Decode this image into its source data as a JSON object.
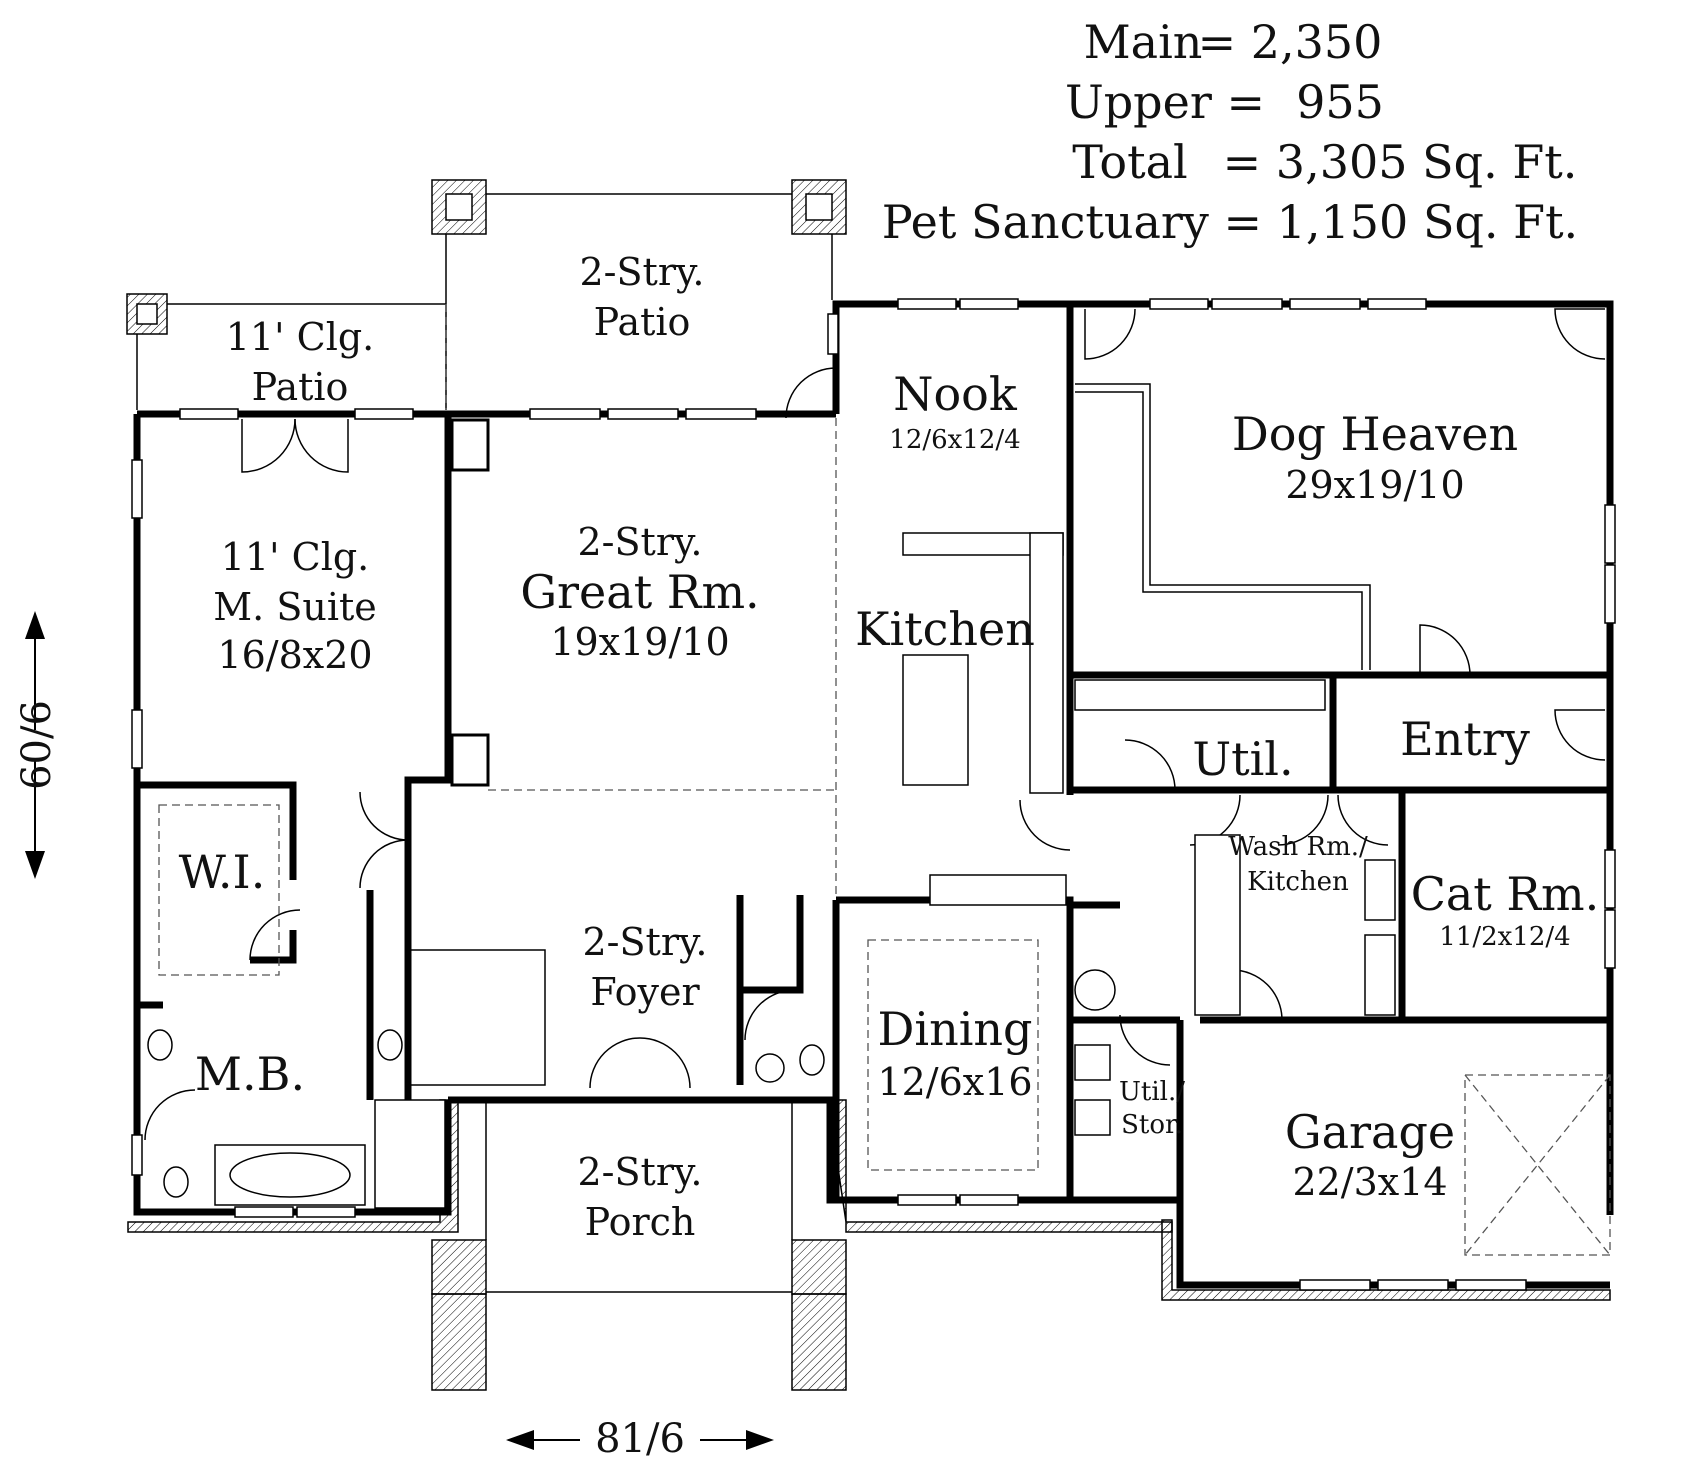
{
  "summary": {
    "main_label": "Main",
    "main_value": "= 2,350",
    "upper_label": "Upper =",
    "upper_value": "955",
    "total_label": "Total",
    "total_value": "= 3,305 Sq. Ft.",
    "pet_label": "Pet Sanctuary = 1,150 Sq. Ft."
  },
  "rooms": {
    "patio_2stry": [
      "2-Stry.",
      "Patio"
    ],
    "patio_11": [
      "11' Clg.",
      "Patio"
    ],
    "nook": [
      "Nook",
      "12/6x12/4"
    ],
    "dog_heaven": [
      "Dog Heaven",
      "29x19/10"
    ],
    "m_suite": [
      "11' Clg.",
      "M. Suite",
      "16/8x20"
    ],
    "great_rm": [
      "2-Stry.",
      "Great Rm.",
      "19x19/10"
    ],
    "kitchen": "Kitchen",
    "util": "Util.",
    "entry": "Entry",
    "wi": "W.I.",
    "wash_rm": [
      "Wash Rm./",
      "Kitchen"
    ],
    "cat_rm": [
      "Cat Rm.",
      "11/2x12/4"
    ],
    "foyer": [
      "2-Stry.",
      "Foyer"
    ],
    "mb": "M.B.",
    "dining": [
      "Dining",
      "12/6x16"
    ],
    "util_stor": [
      "Util./",
      "Stor."
    ],
    "garage": [
      "Garage",
      "22/3x14"
    ],
    "porch": [
      "2-Stry.",
      "Porch"
    ]
  },
  "dimensions": {
    "depth": "60/6",
    "width": "81/6"
  }
}
